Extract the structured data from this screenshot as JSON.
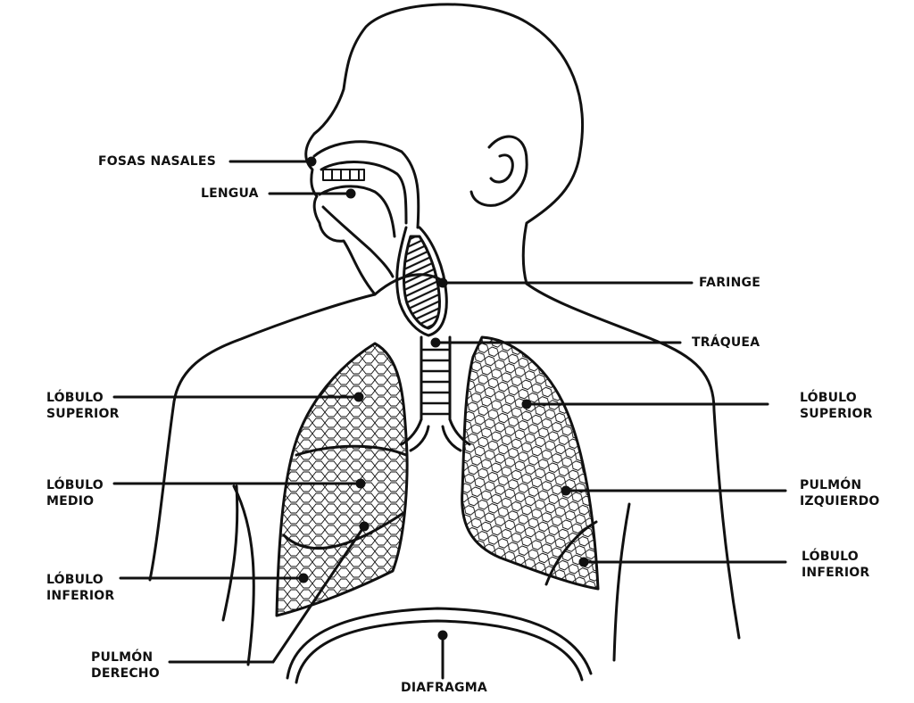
{
  "colors": {
    "ink": "#111111",
    "background": "#ffffff"
  },
  "labels": {
    "fosas_nasales": "FOSAS NASALES",
    "lengua": "LENGUA",
    "faringe": "FARINGE",
    "traquea": "TRÁQUEA",
    "lobulo_superior_izq_label": {
      "l1": "LÓBULO",
      "l2": "SUPERIOR"
    },
    "lobulo_superior_der_label": {
      "l1": "LÓBULO",
      "l2": "SUPERIOR"
    },
    "lobulo_medio": {
      "l1": "LÓBULO",
      "l2": "MEDIO"
    },
    "pulmon_izquierdo": {
      "l1": "PULMÓN",
      "l2": "IZQUIERDO"
    },
    "lobulo_inferior_izq_label": {
      "l1": "LÓBULO",
      "l2": "INFERIOR"
    },
    "lobulo_inferior_der_label": {
      "l1": "LÓBULO",
      "l2": "INFERIOR"
    },
    "pulmon_derecho": {
      "l1": "PULMÓN",
      "l2": "DERECHO"
    },
    "diafragma": "DIAFRAGMA"
  }
}
